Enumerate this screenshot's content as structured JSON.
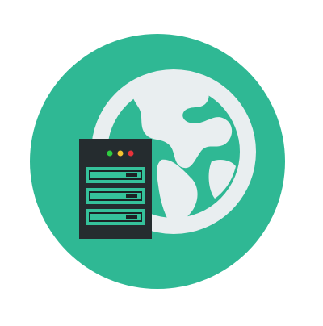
{
  "icon": {
    "name": "web-server-icon",
    "colors": {
      "background": "#ffffff",
      "circle": "#2fb894",
      "circle_highlight": "#3ec6a0",
      "globe": "#e9eef0",
      "server_body": "#252c2f",
      "server_drive": "#35c29b",
      "server_drive_outline": "#1c2225",
      "led_green": "#2ecc40",
      "led_yellow": "#f4c430",
      "led_red": "#e8323a"
    },
    "server": {
      "status_leds": [
        "green",
        "yellow",
        "red"
      ],
      "drive_count": 3
    }
  }
}
